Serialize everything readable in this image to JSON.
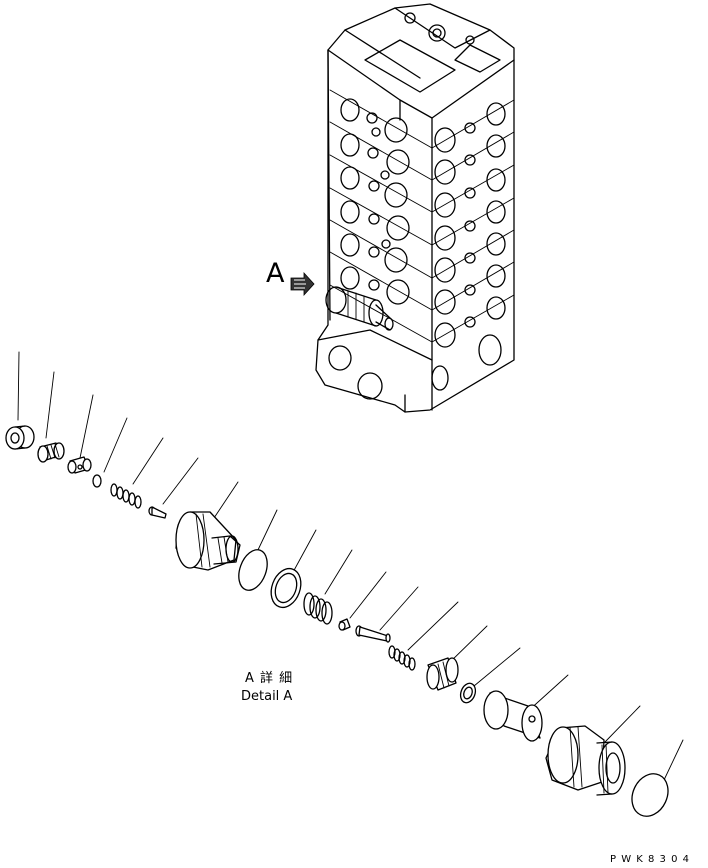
{
  "view_marker": "A",
  "detail_caption": {
    "line1": "A 詳 細",
    "line2": "Detail A"
  },
  "drawing_code": "P W K 8 3 0 4",
  "parts": [
    {
      "id": "part-1",
      "shape": "nut"
    },
    {
      "id": "part-2",
      "shape": "threaded-sleeve"
    },
    {
      "id": "part-3",
      "shape": "plug"
    },
    {
      "id": "part-4",
      "shape": "o-ring"
    },
    {
      "id": "part-5",
      "shape": "spring"
    },
    {
      "id": "part-6",
      "shape": "pin"
    },
    {
      "id": "part-7",
      "shape": "valve-body"
    },
    {
      "id": "part-8",
      "shape": "o-ring"
    },
    {
      "id": "part-9",
      "shape": "backup-ring"
    },
    {
      "id": "part-10",
      "shape": "spring"
    },
    {
      "id": "part-11",
      "shape": "small-plug"
    },
    {
      "id": "part-12",
      "shape": "poppet-stem"
    },
    {
      "id": "part-13",
      "shape": "spring"
    },
    {
      "id": "part-14",
      "shape": "sleeve"
    },
    {
      "id": "part-15",
      "shape": "ring"
    },
    {
      "id": "part-16",
      "shape": "sleeve"
    },
    {
      "id": "part-17",
      "shape": "plug-body"
    },
    {
      "id": "part-18",
      "shape": "o-ring"
    }
  ]
}
